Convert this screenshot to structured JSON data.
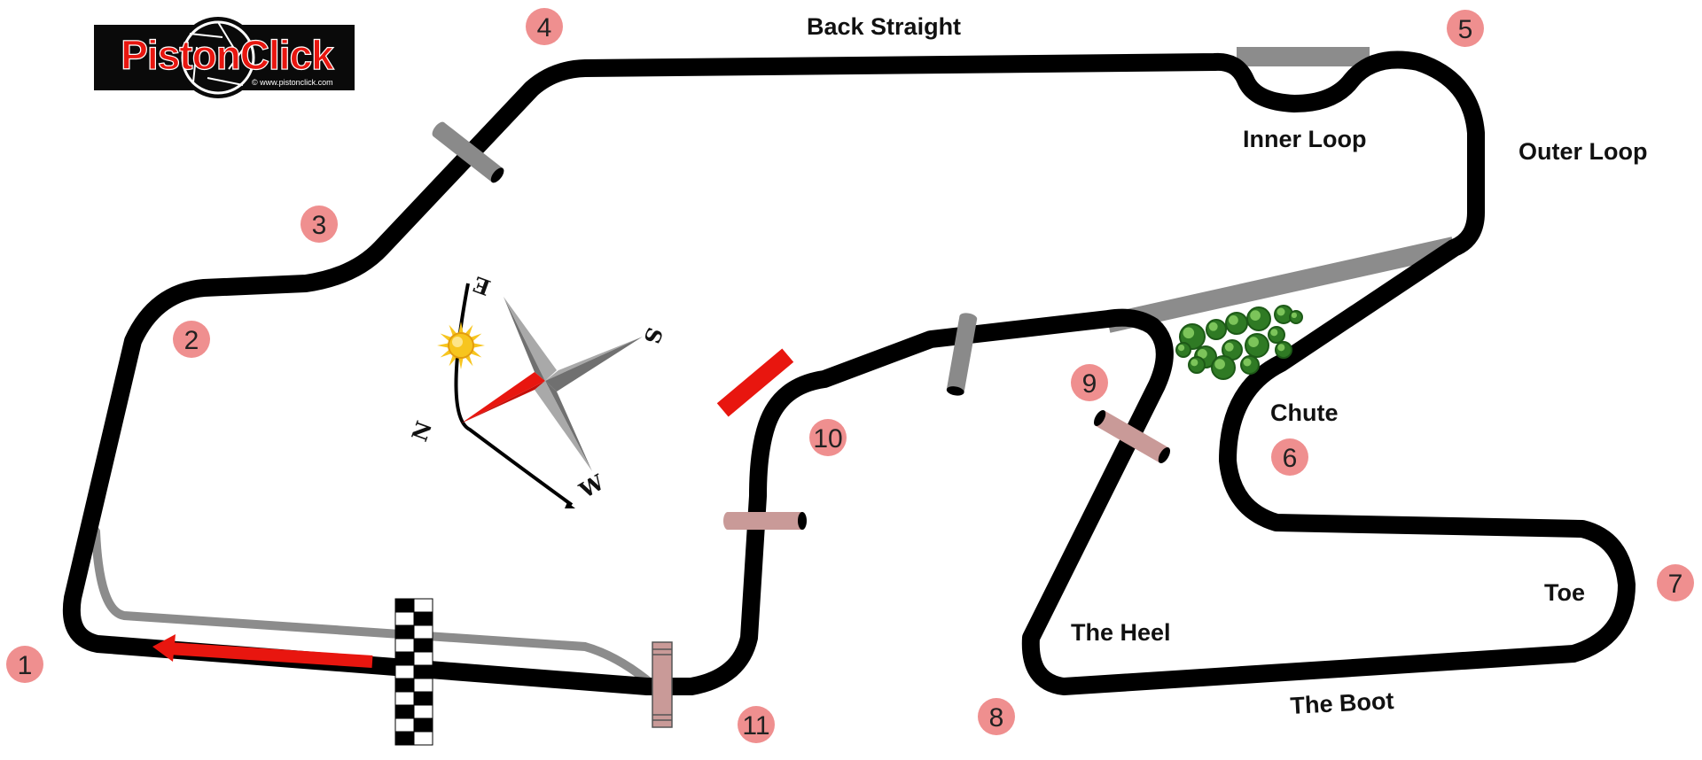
{
  "logo": {
    "brand": "PistonClick",
    "url": "© www.pistonclick.com"
  },
  "labels": {
    "back_straight": "Back Straight",
    "inner_loop": "Inner Loop",
    "outer_loop": "Outer Loop",
    "chute": "Chute",
    "toe": "Toe",
    "the_heel": "The Heel",
    "the_boot": "The Boot"
  },
  "turns": [
    "1",
    "2",
    "3",
    "4",
    "5",
    "6",
    "7",
    "8",
    "9",
    "10",
    "11"
  ],
  "compass": {
    "n": "N",
    "e": "E",
    "s": "S",
    "w": "W"
  },
  "colors": {
    "track": "#000000",
    "alt_track": "#8c8c8c",
    "turn_marker": "#ef8f8f",
    "bridge_gray": "#8a8a8a",
    "bridge_pink": "#c99a98",
    "arrow": "#e8160f",
    "brand_red": "#e8160f"
  },
  "icons": [
    "sun-icon",
    "compass-icon",
    "checkered-flag",
    "trees-icon",
    "direction-arrow"
  ]
}
